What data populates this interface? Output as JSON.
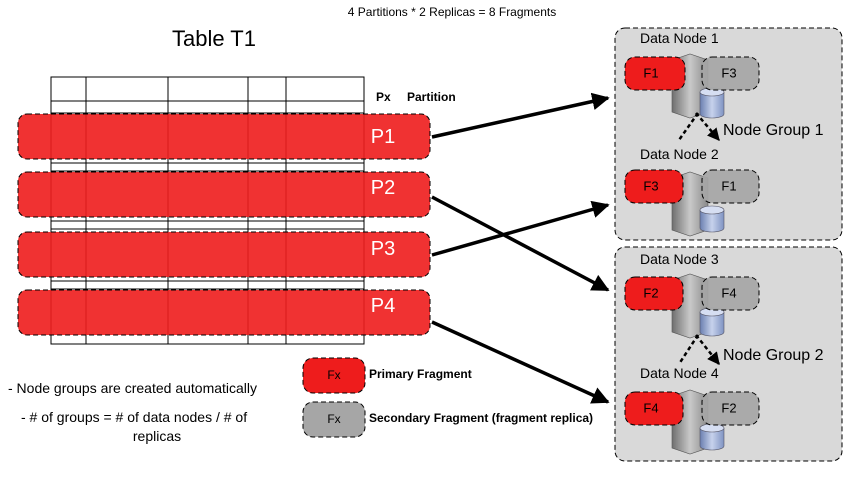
{
  "header": {
    "formula": "4 Partitions * 2 Replicas = 8 Fragments",
    "table_title": "Table T1"
  },
  "table": {
    "col_px": "Px",
    "col_partition": "Partition"
  },
  "partitions": [
    "P1",
    "P2",
    "P3",
    "P4"
  ],
  "node_groups": [
    {
      "label": "Node Group 1",
      "nodes": [
        {
          "name": "Data Node 1",
          "primary": "F1",
          "secondary": "F3"
        },
        {
          "name": "Data Node 2",
          "primary": "F3",
          "secondary": "F1"
        }
      ]
    },
    {
      "label": "Node Group 2",
      "nodes": [
        {
          "name": "Data Node 3",
          "primary": "F2",
          "secondary": "F4"
        },
        {
          "name": "Data Node 4",
          "primary": "F4",
          "secondary": "F2"
        }
      ]
    }
  ],
  "legend": {
    "primary_sample": "Fx",
    "primary_label": "Primary Fragment",
    "secondary_sample": "Fx",
    "secondary_label": "Secondary Fragment (fragment replica)"
  },
  "notes": {
    "line1": "- Node groups are created automatically",
    "line2a": "- # of groups = # of data nodes / # of",
    "line2b": "replicas"
  },
  "colors": {
    "primary": "#ee1c1c",
    "secondary": "#a6a6a6",
    "group_bg": "#d9d9d9",
    "line": "#000000"
  }
}
